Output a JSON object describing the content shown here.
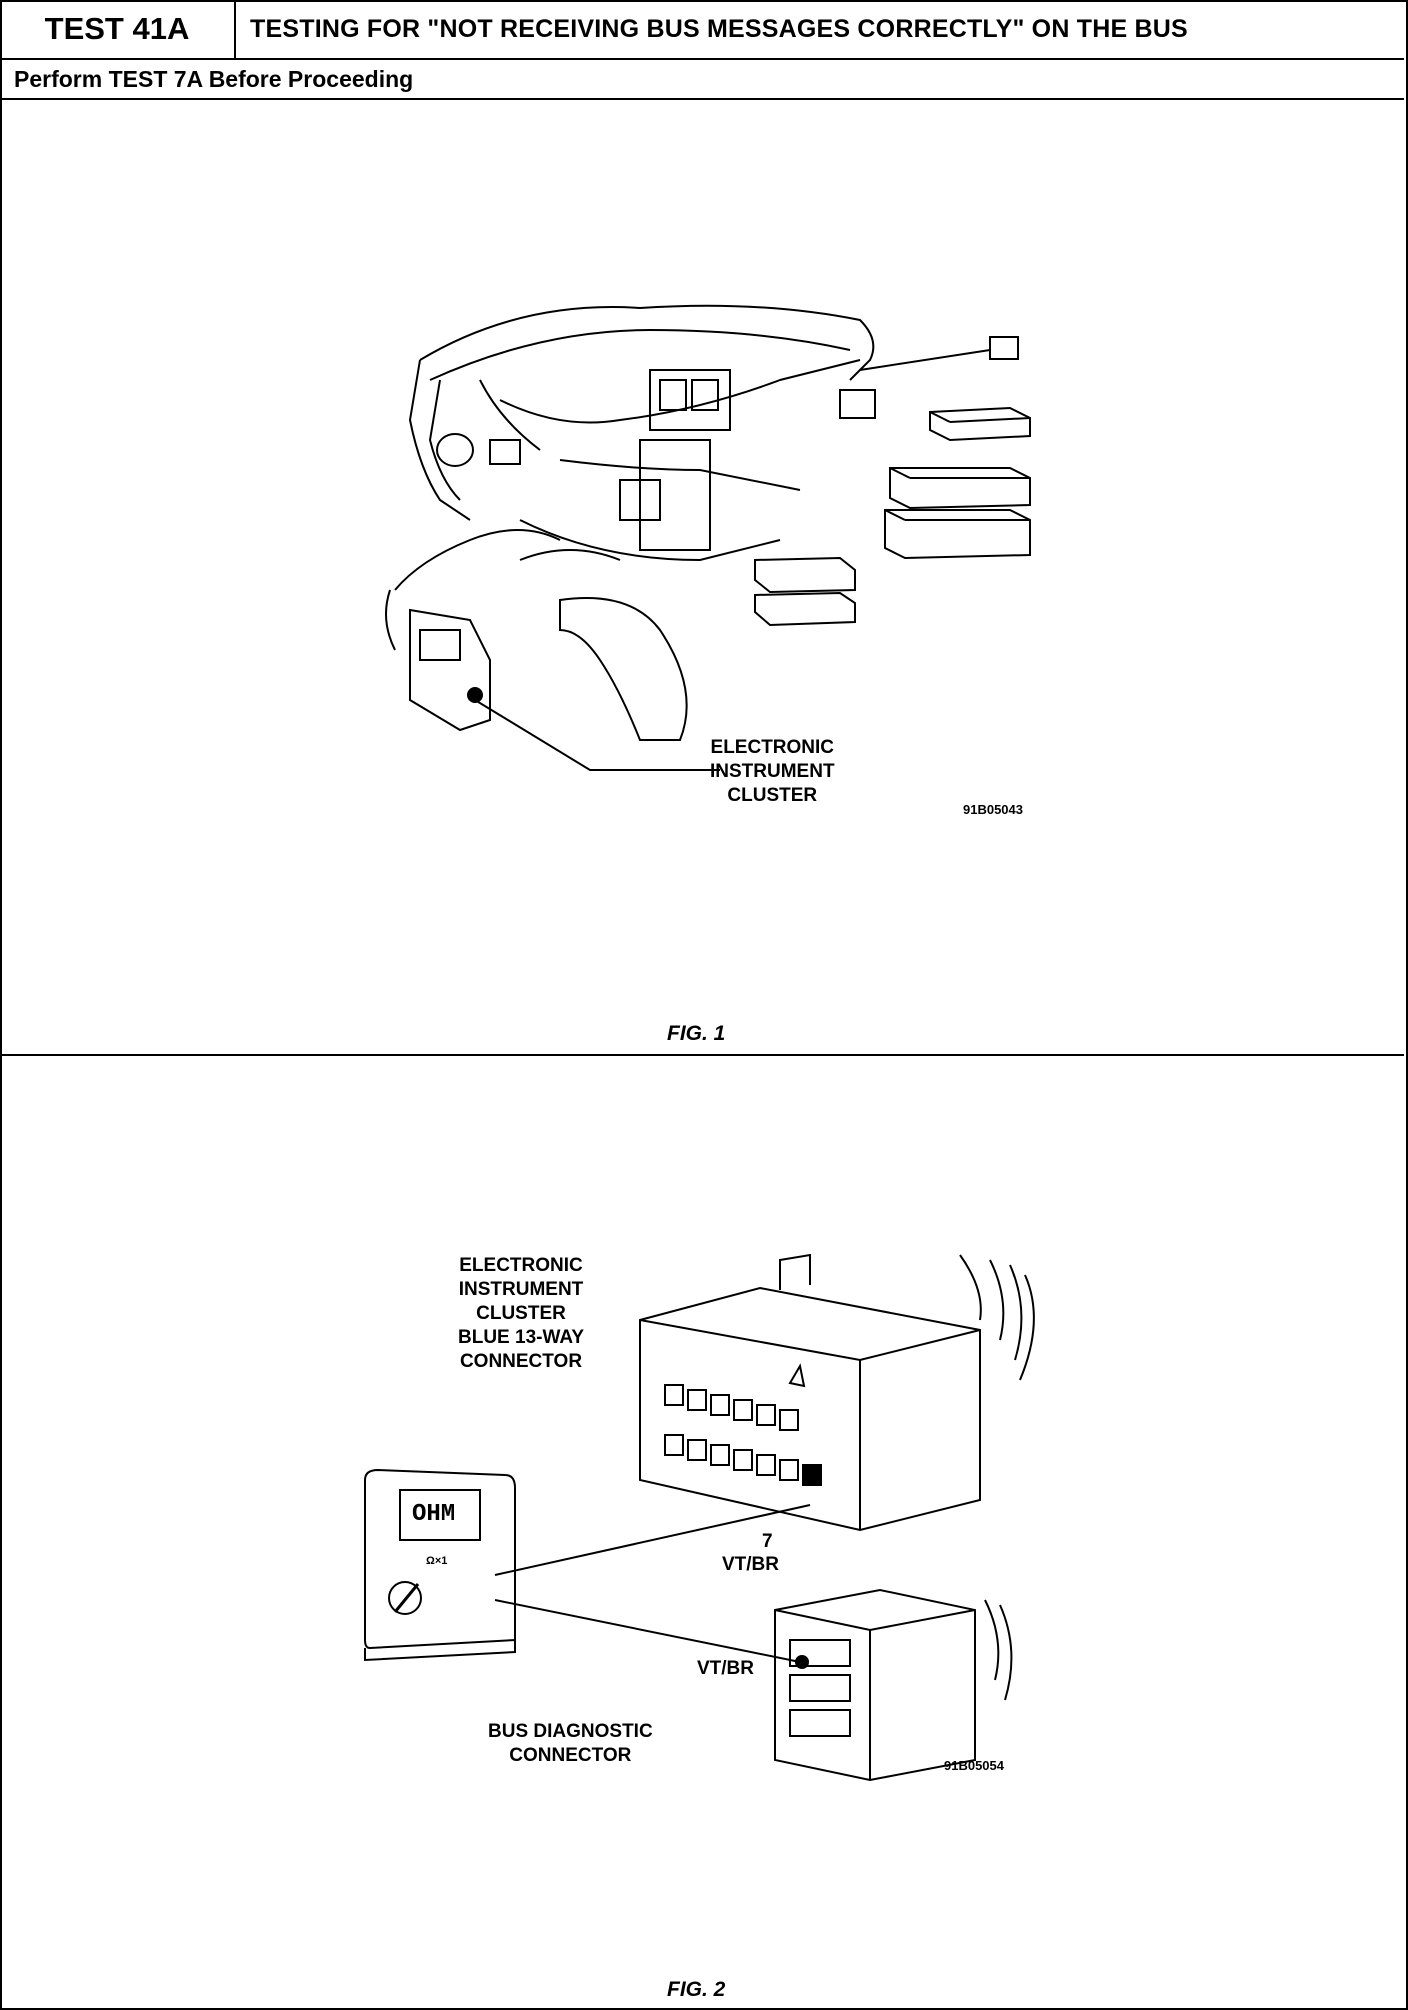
{
  "header": {
    "test_id": "TEST 41A",
    "title": "TESTING FOR \"NOT RECEIVING BUS MESSAGES CORRECTLY\" ON THE BUS"
  },
  "subheader": "Perform TEST 7A Before Proceeding",
  "fig1": {
    "label": "FIG. 1",
    "callout_line1": "ELECTRONIC",
    "callout_line2": "INSTRUMENT",
    "callout_line3": "CLUSTER",
    "code": "91B05043"
  },
  "fig2": {
    "label": "FIG. 2",
    "connector_line1": "ELECTRONIC",
    "connector_line2": "INSTRUMENT",
    "connector_line3": "CLUSTER",
    "connector_line4": "BLUE 13-WAY",
    "connector_line5": "CONNECTOR",
    "meter_display": "OHM",
    "meter_range": "Ω×1",
    "pin_number": "7",
    "wire_color_top": "VT/BR",
    "wire_color_bottom": "VT/BR",
    "bus_line1": "BUS DIAGNOSTIC",
    "bus_line2": "CONNECTOR",
    "code": "91B05054"
  }
}
